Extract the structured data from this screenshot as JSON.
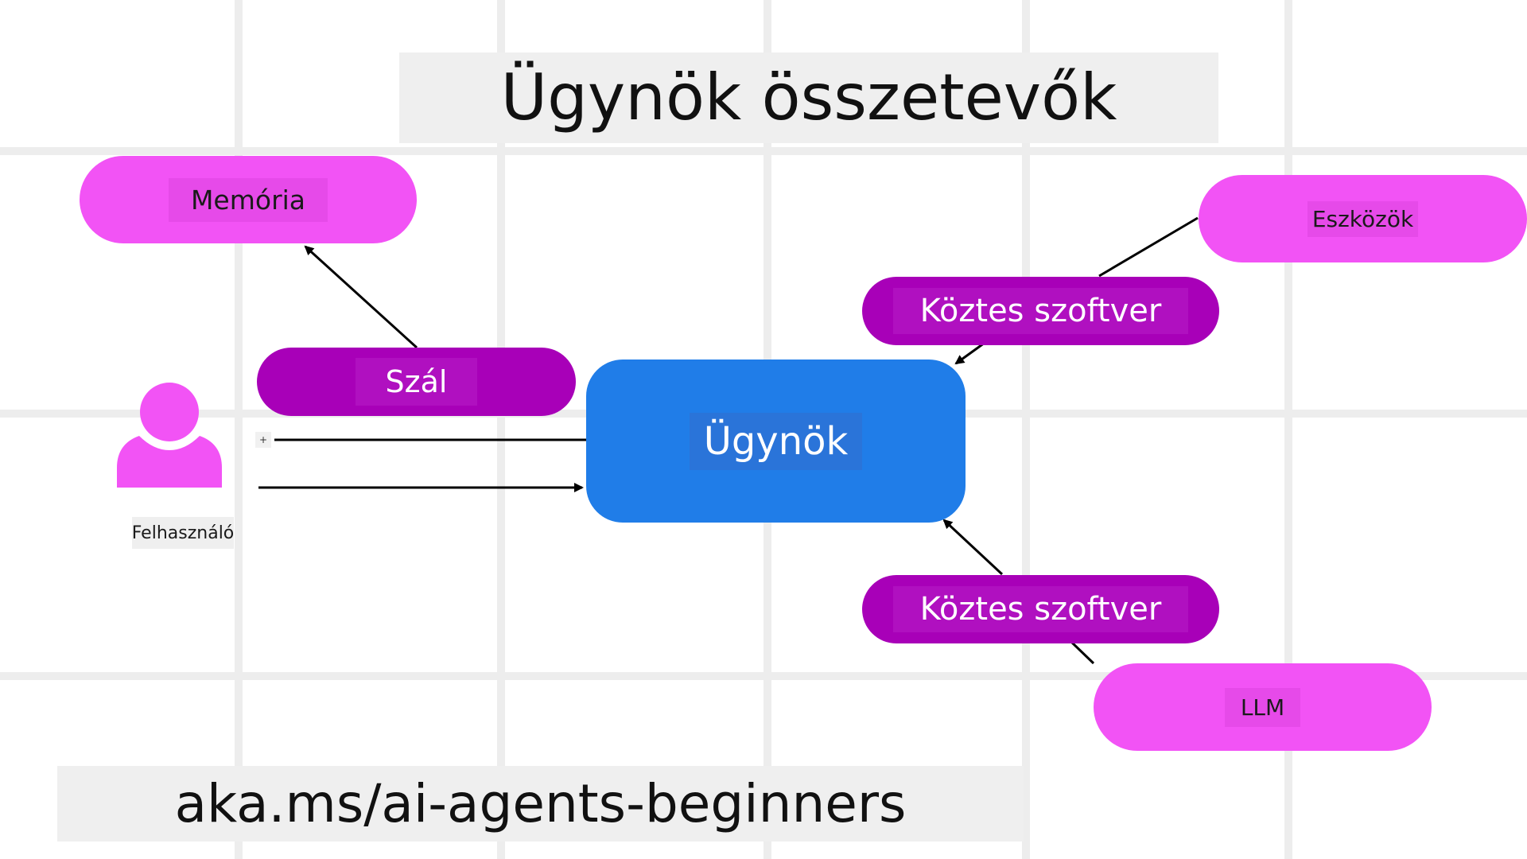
{
  "title": "Ügynök összetevők",
  "nodes": {
    "memory": "Memória",
    "thread": "Szál",
    "agent": "Ügynök",
    "tools": "Eszközök",
    "middleware_top": "Köztes szoftver",
    "middleware_bottom": "Köztes szoftver",
    "llm": "LLM",
    "user": "Felhasználó"
  },
  "small_box": "+",
  "footer": "aka.ms/ai-agents-beginners",
  "colors": {
    "light_pill": "#f253f5",
    "dark_pill": "#a800b8",
    "agent": "#207de8",
    "grid": "#ededed"
  },
  "icons": [
    "user-icon"
  ]
}
